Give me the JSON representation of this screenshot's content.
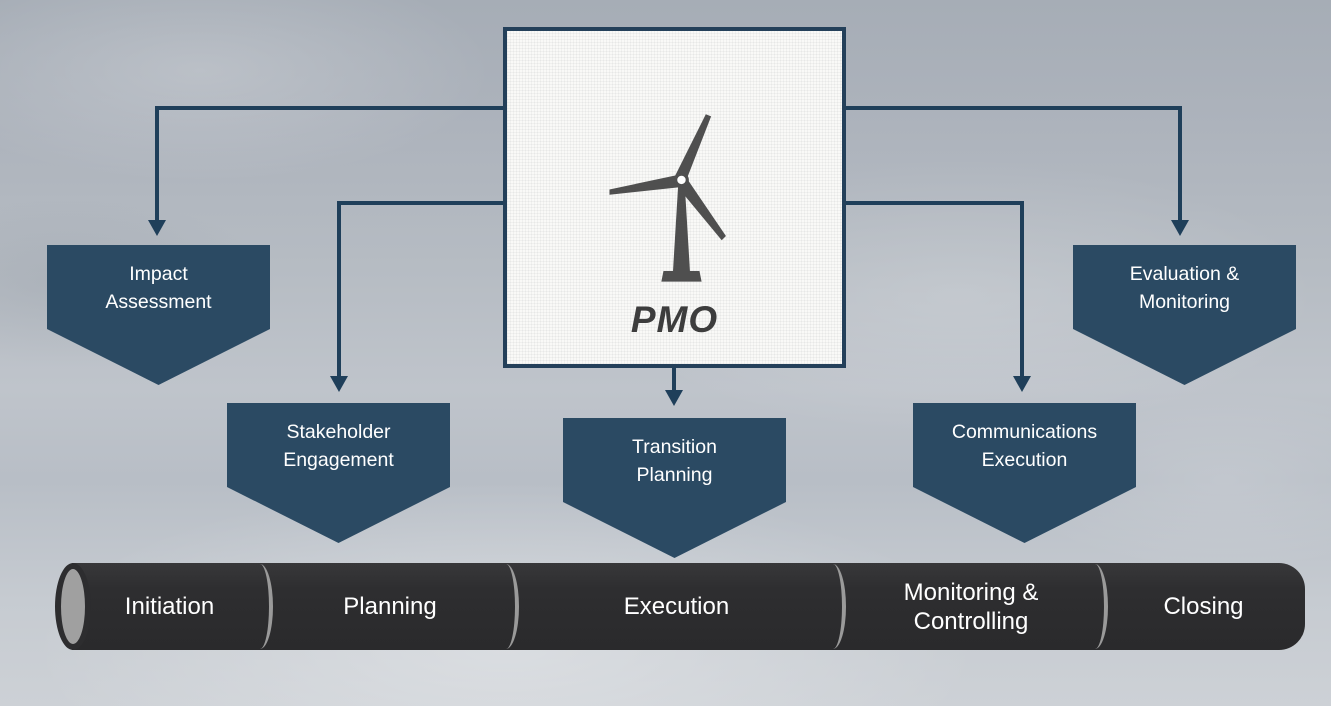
{
  "pmo": {
    "label": "PMO",
    "icon": "wind-turbine"
  },
  "banners": [
    {
      "id": "impact-assessment",
      "line1": "Impact",
      "line2": "Assessment"
    },
    {
      "id": "stakeholder-engagement",
      "line1": "Stakeholder",
      "line2": "Engagement"
    },
    {
      "id": "transition-planning",
      "line1": "Transition",
      "line2": "Planning"
    },
    {
      "id": "communications-execution",
      "line1": "Communications",
      "line2": "Execution"
    },
    {
      "id": "evaluation-monitoring",
      "line1": "Evaluation &",
      "line2": "Monitoring"
    }
  ],
  "pipeline": {
    "segments": [
      {
        "label": "Initiation"
      },
      {
        "label": "Planning"
      },
      {
        "label": "Execution"
      },
      {
        "label": "Monitoring & Controlling"
      },
      {
        "label": "Closing"
      }
    ]
  },
  "colors": {
    "banner": "#2b4a63",
    "connector": "#1f3f5a",
    "pipe": "#2e2e30",
    "pipe-divider": "#9a9a9a",
    "pipe-cap": "#a0a0a0",
    "paper": "#f9f9f7",
    "paper-border": "#24405a",
    "turbine": "#4f4f4f",
    "text-light": "#ffffff",
    "pmo-text": "#3d3d3d"
  }
}
